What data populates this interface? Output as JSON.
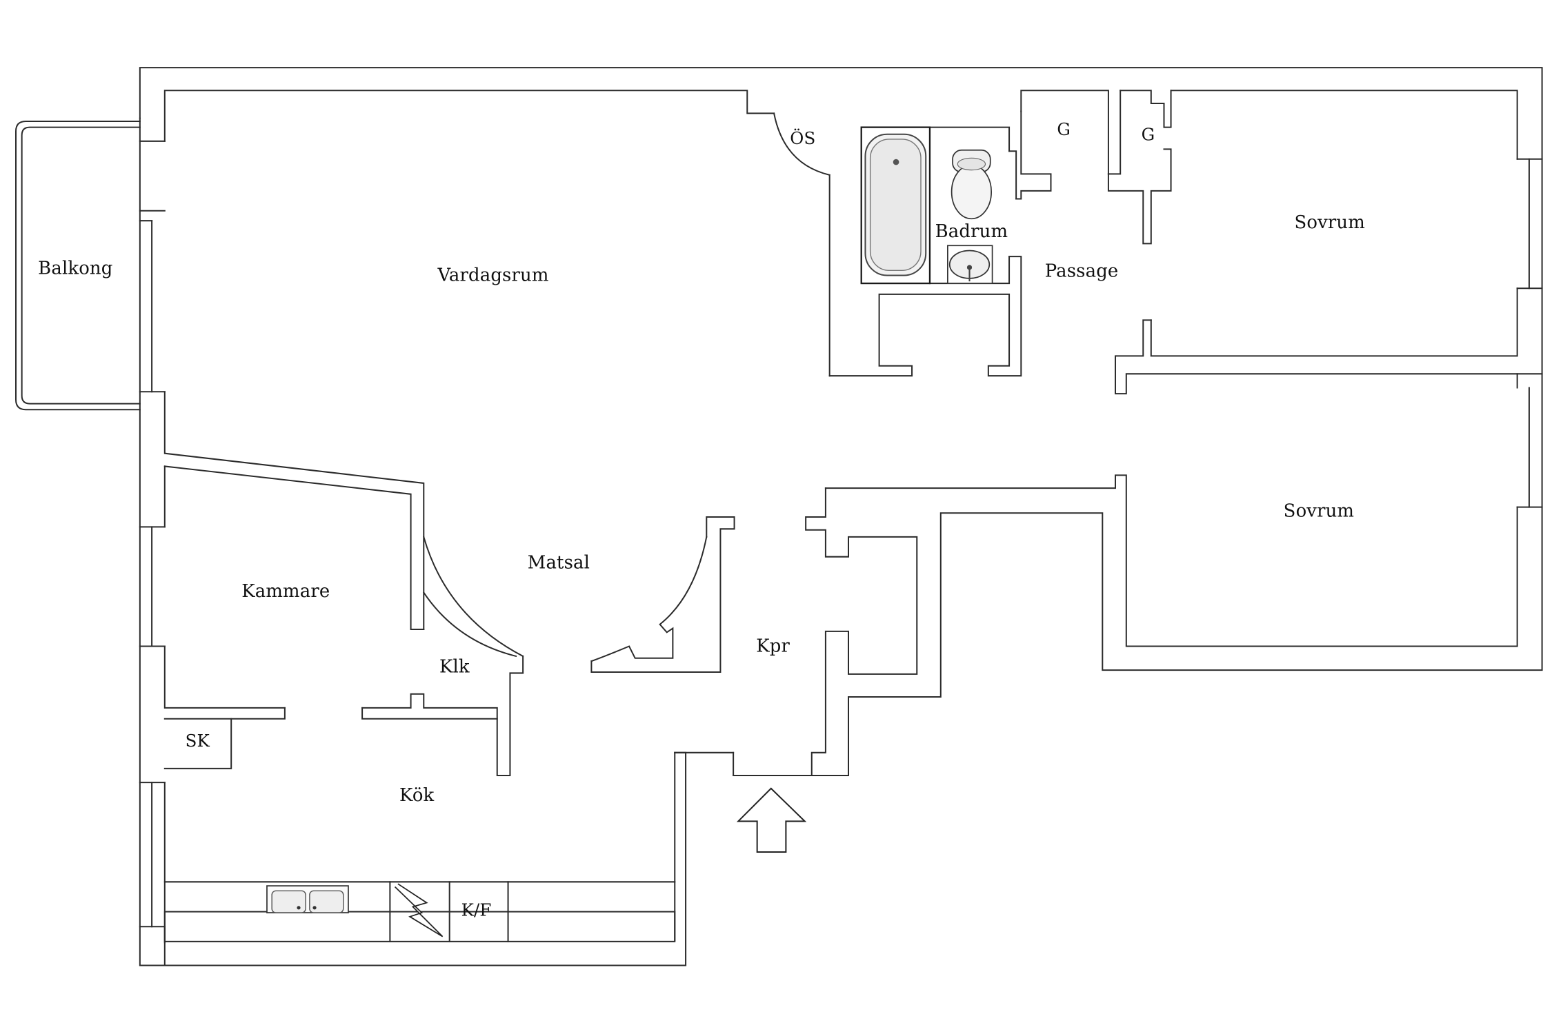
{
  "plan": {
    "rooms": {
      "vardagsrum": "Vardagsrum",
      "balkong": "Balkong",
      "os": "ÖS",
      "badrum": "Badrum",
      "g_left": "G",
      "g_right": "G",
      "passage": "Passage",
      "sovrum_upper": "Sovrum",
      "sovrum_lower": "Sovrum",
      "kammare": "Kammare",
      "matsal": "Matsal",
      "klk": "Klk",
      "kpr": "Kpr",
      "sk": "SK",
      "kok": "Kök",
      "kf": "K/F"
    },
    "colors": {
      "wall": "#2b2b2b",
      "fixture_fill": "#e9e9e9",
      "background": "#ffffff"
    },
    "icons": [
      "entrance-arrow-icon",
      "bathtub-icon",
      "toilet-icon",
      "washbasin-icon",
      "double-sink-icon",
      "stove-icon"
    ]
  }
}
